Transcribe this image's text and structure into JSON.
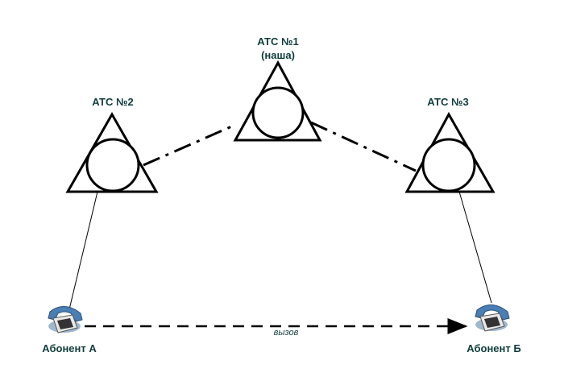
{
  "exchanges": [
    {
      "label": "АТС №1",
      "sublabel": "(наша)"
    },
    {
      "label": "АТС №2"
    },
    {
      "label": "АТС №3"
    }
  ],
  "subscribers": [
    {
      "label": "Абонент А",
      "icon": "telephone-icon"
    },
    {
      "label": "Абонент Б",
      "icon": "telephone-icon"
    }
  ],
  "call_label": "вызов",
  "colors": {
    "text": "#0f3d3a",
    "phone_blue": "#4a7fb5",
    "line": "#000000"
  }
}
